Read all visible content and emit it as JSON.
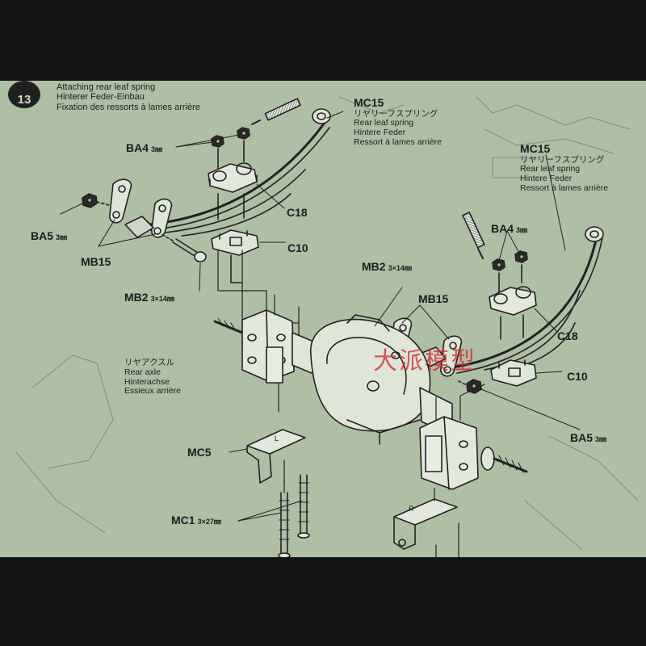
{
  "step": {
    "number": "13",
    "title_lines": [
      "Attaching rear leaf spring",
      "Hinterer Feder-Einbau",
      "Fixation des ressorts à lames arrière"
    ]
  },
  "parts": {
    "mc15_left": {
      "code": "MC15",
      "lines": [
        "リヤリーフスプリング",
        "Rear leaf spring",
        "Hintere Feder",
        "Ressort à lames arrière"
      ]
    },
    "mc15_right": {
      "code": "MC15",
      "lines": [
        "リヤリーフスプリング",
        "Rear leaf spring",
        "Hintere Feder",
        "Ressort à lames arrière"
      ]
    },
    "ba4_left": {
      "code": "BA4",
      "dim": "3㎜"
    },
    "ba4_right": {
      "code": "BA4",
      "dim": "3㎜"
    },
    "ba5_left": {
      "code": "BA5",
      "dim": "3㎜"
    },
    "ba5_right": {
      "code": "BA5",
      "dim": "3㎜"
    },
    "mb15_left": {
      "code": "MB15"
    },
    "mb15_right": {
      "code": "MB15"
    },
    "mb2_left": {
      "code": "MB2",
      "dim": "3×14㎜"
    },
    "mb2_right": {
      "code": "MB2",
      "dim": "3×14㎜"
    },
    "c18_left": {
      "code": "C18"
    },
    "c18_right": {
      "code": "C18"
    },
    "c10_left": {
      "code": "C10"
    },
    "c10_right": {
      "code": "C10"
    },
    "rear_axle": {
      "lines": [
        "リヤアクスル",
        "Rear axle",
        "Hinterachse",
        "Essieux arrière"
      ]
    },
    "mc5": {
      "code": "MC5"
    },
    "mc1": {
      "code": "MC1",
      "dim": "3×27㎜"
    }
  },
  "mount_marks": {
    "left": "L",
    "right": "R"
  },
  "watermark": "大派模型",
  "colors": {
    "paper": "#aebfa4",
    "ink": "#1d1d1d",
    "watermark": "#cf2626",
    "frame": "#141416"
  }
}
